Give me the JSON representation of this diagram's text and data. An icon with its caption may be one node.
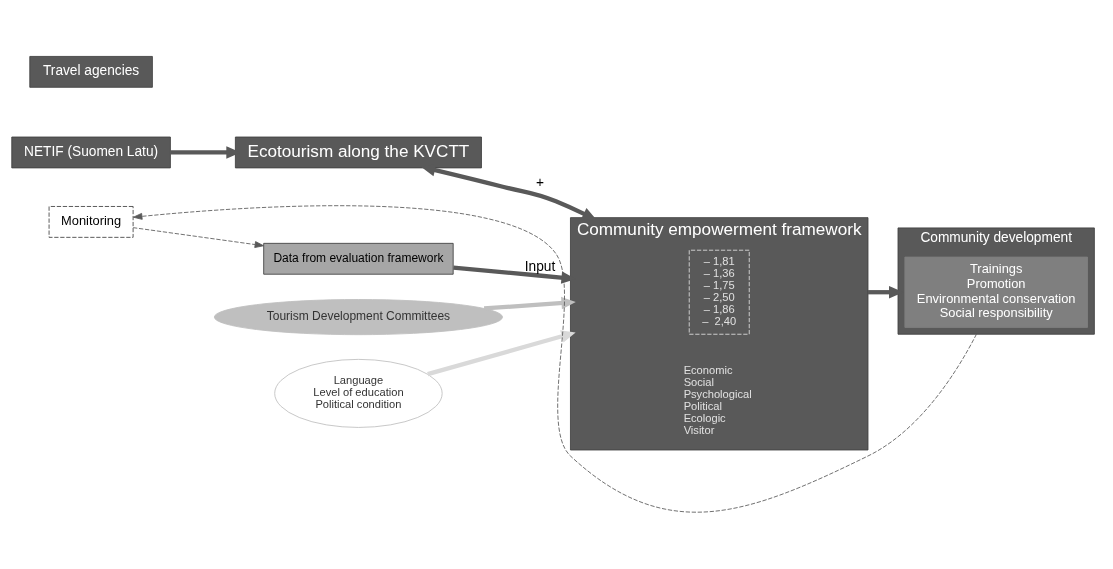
{
  "diagram": {
    "nodes": [
      {
        "text": [
          "Travel agencies"
        ]
      },
      {
        "text": [
          "NETIF (Suomen Latu)"
        ]
      },
      {
        "text": [
          "Tourism Development Committees"
        ]
      },
      {
        "text": [
          "Language",
          "Level of education",
          "Political condition"
        ]
      },
      {
        "text": [
          "Ecotourism along the KVCTT"
        ]
      },
      {
        "text": [
          "Community empowerment framework"
        ]
      },
      {
        "text": [
          "– 1,81",
          "– 1,36",
          "– 1,75",
          "– 2,50",
          "– 1,86",
          "–  2,40"
        ],
        "in": 5
      },
      {
        "text": [
          "Community development"
        ]
      },
      {
        "text": [
          "Trainings",
          "Promotion",
          "Environmental conservation",
          "Social responsibility"
        ],
        "in": 7
      },
      {
        "text": [
          "Data from evaluation framework"
        ]
      },
      {
        "text": [
          "Monitoring"
        ]
      }
    ],
    "edges": [
      {
        "from": 1,
        "to": 4,
        "arrow": "to"
      },
      {
        "from": 2,
        "to": 5,
        "arrow": "to",
        "color": "#bfbfbf"
      },
      {
        "from": 3,
        "to": 5,
        "arrow": "to",
        "color": "#d9d9d9"
      },
      {
        "from": 4,
        "to": 5,
        "arrow": "both",
        "label": "+"
      },
      {
        "from": 5,
        "to": 7,
        "arrow": "to"
      },
      {
        "from": 9,
        "to": 5,
        "arrow": "to",
        "label": "Input"
      },
      {
        "from": 7,
        "to": 10,
        "arrow": "to",
        "style": "dashed"
      },
      {
        "from": 10,
        "to": 9,
        "arrow": "to",
        "style": "dashed"
      }
    ],
    "labels": [
      "Economic",
      "Social",
      "Psychological",
      "Political",
      "Ecologic",
      "Visitor"
    ]
  }
}
